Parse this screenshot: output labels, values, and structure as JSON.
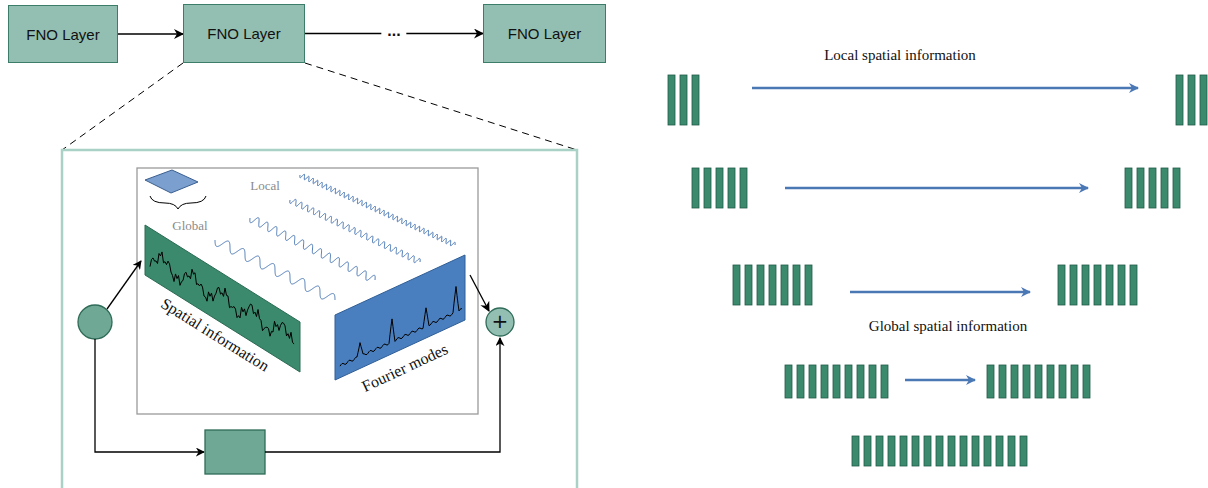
{
  "diagram": {
    "nodes": [
      {
        "text": [
          "FNO Layer"
        ]
      },
      {
        "text": [
          "FNO Layer"
        ]
      },
      {
        "text": [
          "FNO Layer"
        ]
      },
      {
        "text": [
          "Spatial information"
        ]
      },
      {
        "text": [
          "Fourier modes"
        ]
      },
      {
        "text": [
          "+"
        ]
      }
    ],
    "edges": [
      {
        "from": 0,
        "to": 1,
        "arrow": "to"
      },
      {
        "from": 1,
        "to": 2,
        "arrow": "to",
        "label": "..."
      },
      {
        "from": 4,
        "to": 5,
        "arrow": "to"
      }
    ],
    "labels": [
      "Global",
      "Local",
      "Local spatial information",
      "Global spatial information"
    ]
  }
}
